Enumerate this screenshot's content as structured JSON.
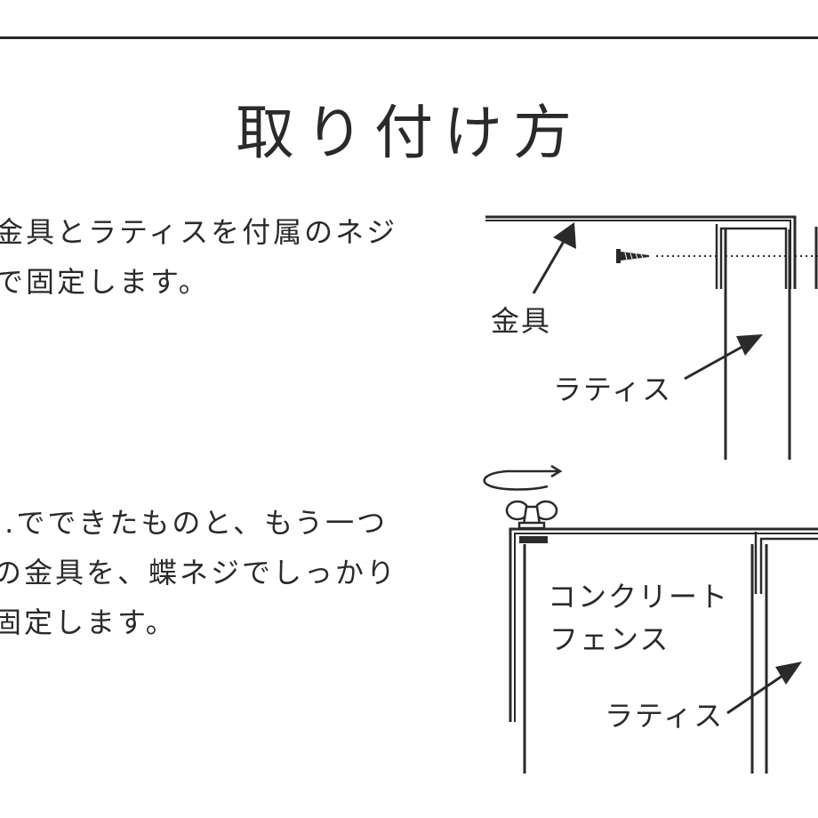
{
  "title": "取り付け方",
  "steps": [
    {
      "lines": [
        "金具とラティスを付属のネジ",
        "で固定します。"
      ]
    },
    {
      "lines": [
        "..でできたものと、もう一つ",
        "の金具を、蝶ネジでしっかり",
        "固定します。"
      ]
    }
  ],
  "diagram_top": {
    "bracket_label": "金具",
    "lattice_label": "ラティス"
  },
  "diagram_bottom": {
    "fence_label_line1": "コンクリート",
    "fence_label_line2": "フェンス",
    "lattice_label": "ラティス"
  },
  "colors": {
    "line": "#2a2a2a",
    "background": "#ffffff"
  },
  "icons": [
    "screw-icon",
    "wing-nut-icon",
    "rotation-arrow-icon",
    "pointer-arrow-icon"
  ]
}
